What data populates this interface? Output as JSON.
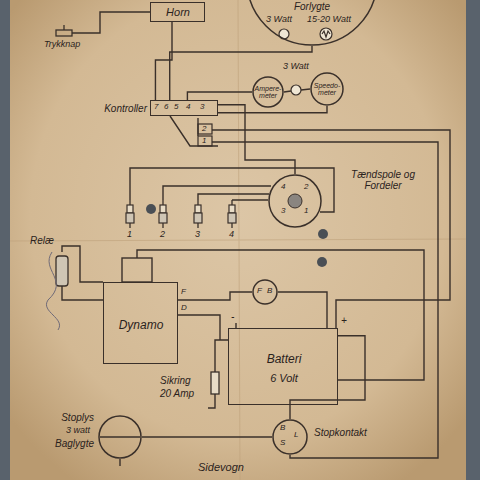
{
  "diagram": {
    "nodes": [
      {
        "text": [
          "Horn"
        ]
      },
      {
        "text": [
          "Forlygte",
          "3 Watt",
          "15-20 Watt"
        ]
      },
      {
        "text": [
          "Ampere-meter"
        ]
      },
      {
        "text": [
          "Speedo-meter"
        ]
      },
      {
        "text": [
          "Kontroller"
        ]
      },
      {
        "text": [
          "Tændspole og Fordeler"
        ]
      },
      {
        "text": [
          "Dynamo"
        ]
      },
      {
        "text": [
          "F",
          "B"
        ]
      },
      {
        "text": [
          "Batteri",
          "6 Volt"
        ]
      },
      {
        "text": [
          "Stoplys",
          "3 watt",
          "Baglygte"
        ]
      },
      {
        "text": [
          "Stopkontakt",
          "B",
          "S",
          "L"
        ]
      }
    ],
    "edges": [
      {
        "from": 0,
        "to": 4,
        "arrow": "none"
      },
      {
        "from": 1,
        "to": 4,
        "arrow": "none"
      },
      {
        "from": 2,
        "to": 4,
        "arrow": "none"
      },
      {
        "from": 3,
        "to": 4,
        "arrow": "none"
      },
      {
        "from": 4,
        "to": 5,
        "arrow": "none"
      },
      {
        "from": 6,
        "to": 7,
        "arrow": "none"
      },
      {
        "from": 7,
        "to": 8,
        "arrow": "none"
      },
      {
        "from": 8,
        "to": 10,
        "arrow": "none"
      },
      {
        "from": 10,
        "to": 9,
        "arrow": "none"
      }
    ],
    "labels": [
      "Trykknap",
      "3 Watt",
      "7",
      "6",
      "5",
      "4",
      "3",
      "2",
      "1",
      "4",
      "2",
      "3",
      "1",
      "1",
      "2",
      "3",
      "4",
      "Relæ",
      "F",
      "D",
      "-",
      "+",
      "Sikring",
      "20 Amp",
      "Sidevogn"
    ]
  }
}
